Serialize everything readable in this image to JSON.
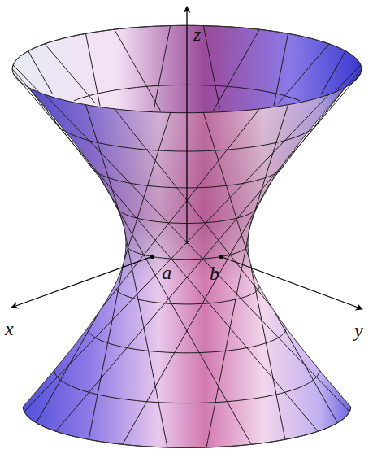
{
  "diagram": {
    "labels": [
      "z",
      "a",
      "b",
      "x",
      "y"
    ]
  }
}
